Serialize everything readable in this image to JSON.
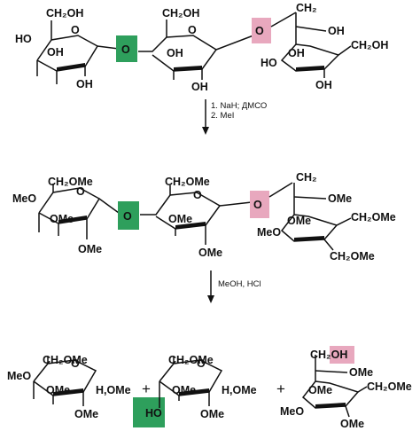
{
  "colors": {
    "glycosidic_green": "#2e9f5c",
    "glycosidic_pink": "#e8a8be",
    "ink": "#111111"
  },
  "arrow_1": {
    "step_1": "1. NaH; ДМСО",
    "step_2": "2. MeI"
  },
  "arrow_2": {
    "reagents": "MeOH, HCl"
  },
  "row_1": {
    "ring_a": {
      "c6": "CH₂OH",
      "c4": "HO",
      "c3": "OH",
      "c2": "OH",
      "bridge_o": "O"
    },
    "ring_b": {
      "c6": "CH₂OH",
      "c3": "OH",
      "c2": "OH",
      "bridge_o": "O"
    },
    "ring_c": {
      "c6": "CH₂",
      "c4": "HO",
      "c3": "OH",
      "c2": "OH",
      "c1": "CH₂OH",
      "c5": "OH"
    }
  },
  "row_2": {
    "ring_a": {
      "c6": "CH₂OMe",
      "c4": "MeO",
      "c3": "OMe",
      "c2": "OMe",
      "bridge_o": "O"
    },
    "ring_b": {
      "c6": "CH₂OMe",
      "c3": "OMe",
      "c2": "OMe",
      "bridge_o": "O"
    },
    "ring_c": {
      "c6": "CH₂",
      "c4": "MeO",
      "c3": "OMe",
      "c2": "CH₂OMe",
      "c1": "CH₂OMe",
      "c5": "OMe"
    }
  },
  "row_3": {
    "prod_1": {
      "c6": "CH₂OMe",
      "c4": "MeO",
      "c3": "OMe",
      "c2": "OMe",
      "anomeric": "H,OMe"
    },
    "plus_1": "+",
    "prod_2": {
      "c6": "CH₂OMe",
      "c4": "HO",
      "c3": "OMe",
      "c2": "OMe",
      "anomeric": "H,OMe"
    },
    "plus_2": "+",
    "prod_3": {
      "c6": "CH₂OH",
      "c4": "MeO",
      "c3": "OMe",
      "c5": "OMe",
      "c1": "CH₂OMe",
      "c2": "OMe"
    }
  }
}
